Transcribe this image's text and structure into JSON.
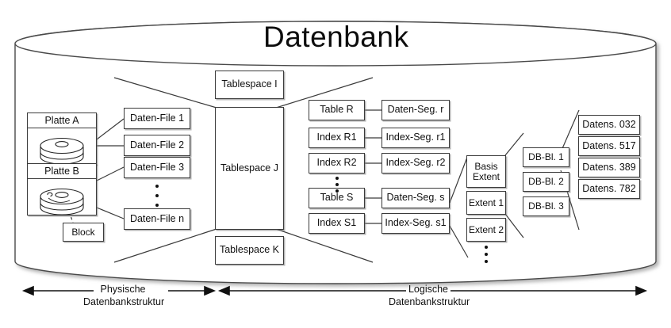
{
  "diagram": {
    "title": "Datenbank",
    "cylinder_color": "#4a4a4a",
    "box_border_color": "#3a3a3a",
    "background": "#ffffff"
  },
  "physical": {
    "disks": [
      {
        "label": "Platte A",
        "icon": "disk-platter-icon"
      },
      {
        "label": "Platte B",
        "icon": "disk-platter-icon"
      }
    ],
    "block": "Block",
    "datafiles": [
      "Daten-File 1",
      "Daten-File 2",
      "Daten-File 3",
      "Daten-File n"
    ],
    "datafiles_ellipsis": "vertical-dots"
  },
  "tablespaces": [
    "Tablespace I",
    "Tablespace J",
    "Tablespace K"
  ],
  "objects": [
    "Table R",
    "Index R1",
    "Index R2",
    "Table S",
    "Index S1"
  ],
  "objects_ellipsis": "vertical-dots",
  "segments": [
    "Daten-Seg. r",
    "Index-Seg. r1",
    "Index-Seg. r2",
    "Daten-Seg. s",
    "Index-Seg. s1"
  ],
  "extents": [
    "Basis Extent",
    "Extent 1",
    "Extent 2"
  ],
  "extents_ellipsis": "vertical-dots",
  "blocks": [
    "DB-Bl. 1",
    "DB-Bl. 2",
    "DB-Bl. 3"
  ],
  "records": [
    "Datens. 032",
    "Datens. 517",
    "Datens. 389",
    "Datens. 782"
  ],
  "footer": {
    "left_line1": "Physische",
    "left_line2": "Datenbankstruktur",
    "right_line1": "Logische",
    "right_line2": "Datenbankstruktur"
  }
}
